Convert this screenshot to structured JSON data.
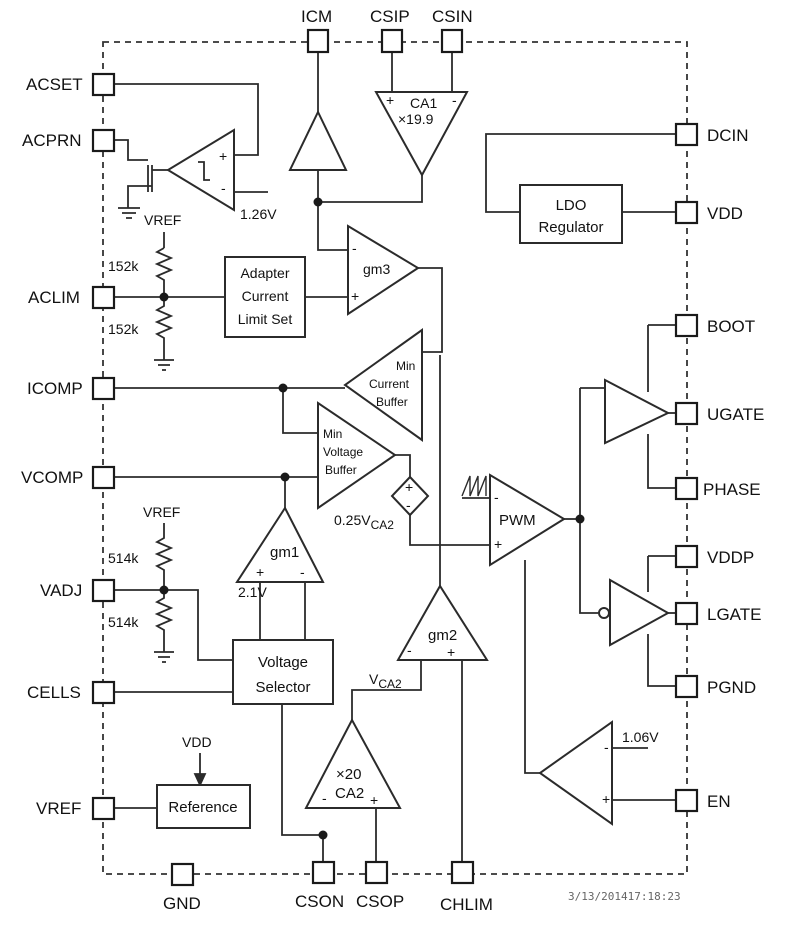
{
  "pins": {
    "icm": "ICM",
    "csip": "CSIP",
    "csin": "CSIN",
    "acset": "ACSET",
    "acprn": "ACPRN",
    "aclim": "ACLIM",
    "icomp": "ICOMP",
    "vcomp": "VCOMP",
    "vadj": "VADJ",
    "cells": "CELLS",
    "vref": "VREF",
    "dcin": "DCIN",
    "vdd": "VDD",
    "boot": "BOOT",
    "ugate": "UGATE",
    "phase": "PHASE",
    "vddp": "VDDP",
    "lgate": "LGATE",
    "pgnd": "PGND",
    "en": "EN",
    "gnd": "GND",
    "cson": "CSON",
    "csop": "CSOP",
    "chlim": "CHLIM"
  },
  "blocks": {
    "ldo_line1": "LDO",
    "ldo_line2": "Regulator",
    "adapter_line1": "Adapter",
    "adapter_line2": "Current",
    "adapter_line3": "Limit Set",
    "voltage_sel_line1": "Voltage",
    "voltage_sel_line2": "Selector",
    "reference": "Reference"
  },
  "amps": {
    "ca1_name": "CA1",
    "ca1_gain": "×19.9",
    "gm3": "gm3",
    "gm1": "gm1",
    "gm2": "gm2",
    "ca2_gain": "×20",
    "ca2_name": "CA2",
    "pwm": "PWM",
    "min_current_1": "Min",
    "min_current_2": "Current",
    "min_current_3": "Buffer",
    "min_voltage_1": "Min",
    "min_voltage_2": "Voltage",
    "min_voltage_3": "Buffer"
  },
  "labels": {
    "vref_top": "VREF",
    "r152k_top": "152k",
    "r152k_bot": "152k",
    "vref_mid": "VREF",
    "r514k_top": "514k",
    "r514k_bot": "514k",
    "vdd_ref": "VDD",
    "v126": "1.26V",
    "v21": "2.1V",
    "v106": "1.06V",
    "v025": "0.25V",
    "v025_sub": "CA2",
    "vca2": "V",
    "vca2_sub": "CA2",
    "plus": "+",
    "minus": "-"
  },
  "timestamp": "3/13/201417:18:23"
}
